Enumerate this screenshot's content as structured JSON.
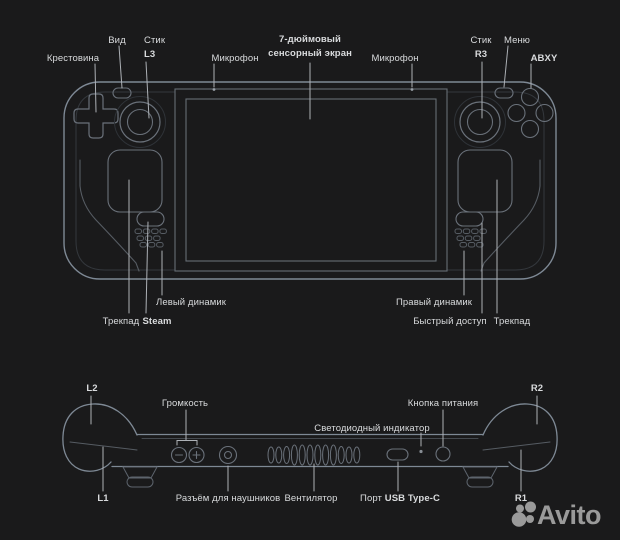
{
  "front_view": {
    "top_labels": {
      "dpad": "Крестовина",
      "view_button": "Вид",
      "left_stick_line1": "Стик",
      "left_stick_line2": "L3",
      "mic_left": "Микрофон",
      "screen_line1": "7-дюймовый",
      "screen_line2": "сенсорный экран",
      "mic_right": "Микрофон",
      "right_stick_line1": "Стик",
      "right_stick_line2": "R3",
      "menu_button": "Меню",
      "abxy_buttons": "ABXY"
    },
    "bottom_labels": {
      "trackpad_left": "Трекпад",
      "steam_button": "Steam",
      "speaker_left": "Левый динамик",
      "speaker_right": "Правый динамик",
      "quick_access_button": "Быстрый доступ",
      "trackpad_right": "Трекпад"
    }
  },
  "side_view": {
    "top_labels": {
      "l2_trigger": "L2",
      "volume_buttons": "Громкость",
      "led_indicator": "Светодиодный индикатор",
      "power_button": "Кнопка питания",
      "r2_trigger": "R2"
    },
    "bottom_labels": {
      "l1_bumper": "L1",
      "headphone_jack": "Разъём для наушников",
      "fan": "Вентилятор",
      "usb_port_prefix": "Порт",
      "usb_port_name": "USB Type-C",
      "r1_bumper": "R1"
    }
  },
  "watermark": {
    "brand": "Avito"
  },
  "colors": {
    "background": "#1a1a1b",
    "body_outline": "#7e8995",
    "component_outline": "#6a717a",
    "faint_line": "#34383d",
    "label_line": "#adb1b6",
    "label_text": "#d9dbdd",
    "watermark_gray": "#9a9a9a"
  }
}
